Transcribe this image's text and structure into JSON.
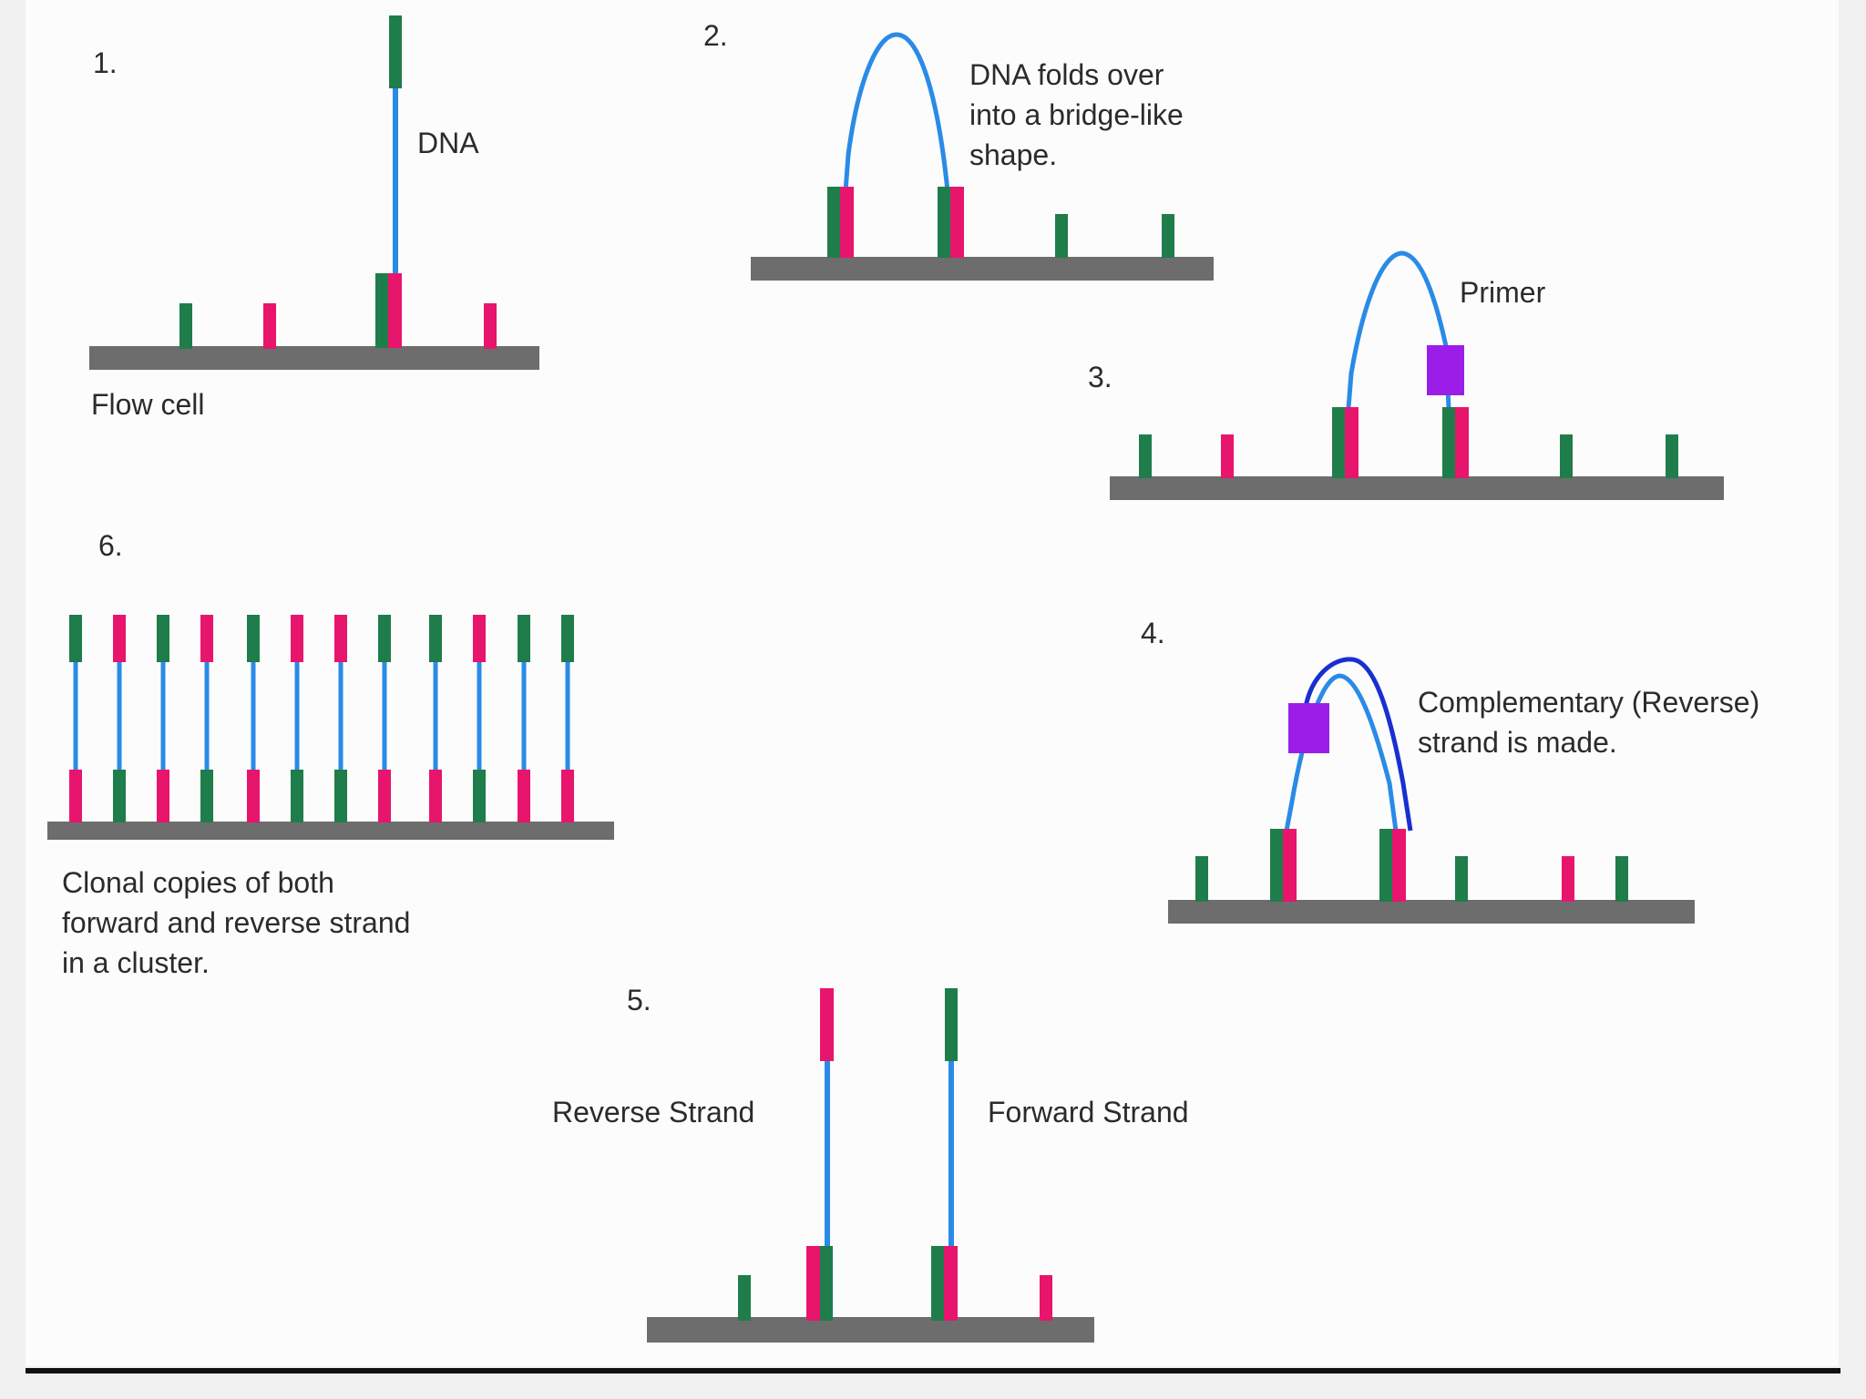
{
  "colors": {
    "background": "#fcfcfc",
    "margin": "#f1f1f1",
    "flow_cell": "#6d6d6d",
    "adapter_green": "#1e7d4a",
    "adapter_pink": "#e8156d",
    "dna_strand": "#2a8be6",
    "reverse_strand": "#1a2fd0",
    "primer": "#9a1ee8",
    "rule": "#111111",
    "text": "#2b2b2b"
  },
  "steps": {
    "s1": {
      "number": "1.",
      "dna_label": "DNA",
      "flow_cell_label": "Flow cell"
    },
    "s2": {
      "number": "2.",
      "caption": [
        "DNA folds over",
        "into a bridge-like",
        "shape."
      ]
    },
    "s3": {
      "number": "3.",
      "primer_label": "Primer"
    },
    "s4": {
      "number": "4.",
      "caption": [
        "Complementary (Reverse)",
        "strand is made."
      ]
    },
    "s5": {
      "number": "5.",
      "reverse_label": "Reverse Strand",
      "forward_label": "Forward Strand"
    },
    "s6": {
      "number": "6.",
      "caption": [
        "Clonal copies of both",
        "forward and reverse strand",
        "in a cluster."
      ]
    }
  }
}
